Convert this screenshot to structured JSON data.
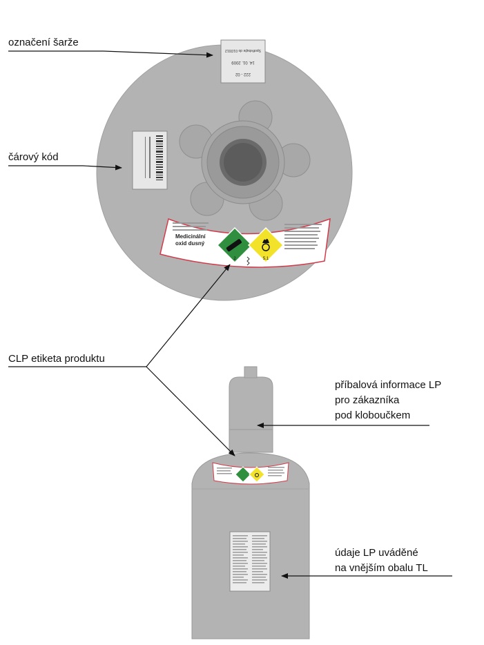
{
  "labels": {
    "batch_marking": "označení šarže",
    "barcode": "čárový kód",
    "clp_label": "CLP etiketa produktu",
    "leaflet_line1": "příbalová informace LP",
    "leaflet_line2": "pro zákazníka",
    "leaflet_line3": "pod kloboučkem",
    "outer_line1": "údaje LP uváděné",
    "outer_line2": "na vnějším obalu TL"
  },
  "batch_tag": {
    "line1": "Spotřebujte do 01/2012",
    "line2": "14. 01. 2009",
    "line3": "222 - 02"
  },
  "clp_sticker": {
    "product_line1": "Medicinální",
    "product_line2": "oxid dusný",
    "hazard_class_left": "2",
    "hazard_class_right": "5.1"
  },
  "colors": {
    "cylinder_gray": "#b3b3b3",
    "hazard_green": "#2f8f3e",
    "hazard_yellow": "#f2e22a",
    "sticker_border": "#d23a4a"
  },
  "icons": {
    "flame_over_circle": "oxidizer-icon",
    "gas_cylinder": "gas-cylinder-icon"
  }
}
